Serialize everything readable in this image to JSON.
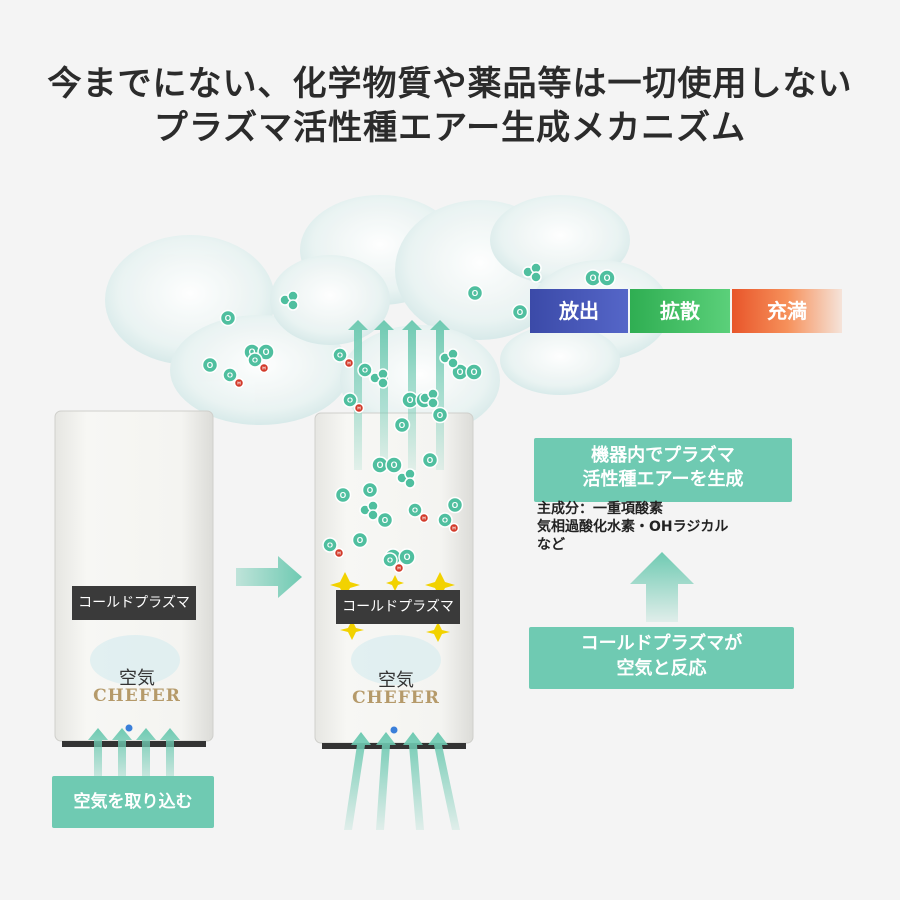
{
  "title": {
    "line1": "今までにない、化学物質や薬品等は一切使用しない",
    "line2": "プラズマ活性種エアー生成メカニズム"
  },
  "device_left": {
    "label": "コールドプラズマ",
    "brand_ja": "空気",
    "brand_en": "CHEFER"
  },
  "device_right": {
    "label": "コールドプラズマ",
    "brand_ja": "空気",
    "brand_en": "CHEFER"
  },
  "tags": {
    "release": "放出",
    "diffuse": "拡散",
    "fill": "充満"
  },
  "generate_box": {
    "line1": "機器内でプラズマ",
    "line2": "活性種エアーを生成"
  },
  "components": {
    "line1": "主成分：一重項酸素",
    "line2": "気相過酸化水素・OHラジカル",
    "line3": "など"
  },
  "react_box": {
    "line1": "コールドプラズマが",
    "line2": "空気と反応"
  },
  "intake_box": "空気を取り込む",
  "colors": {
    "teal": "#6fcab2",
    "release": "#3b4aa8",
    "diffuse": "#2fae52",
    "fill": "#e8552a",
    "molecule_o": "#4fbf9f",
    "molecule_h": "#d23a2a"
  },
  "molecule_labels": {
    "oxygen": "O",
    "hydrogen": "H"
  }
}
